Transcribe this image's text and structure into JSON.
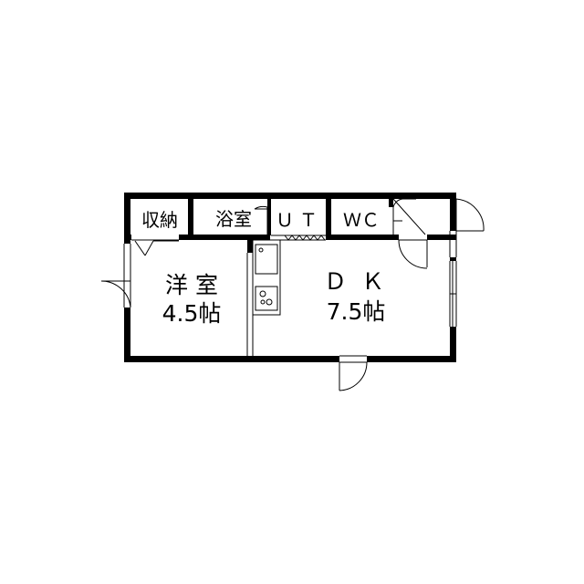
{
  "floor_plan": {
    "rooms": {
      "storage": {
        "label": "収納"
      },
      "bathroom": {
        "label": "浴室"
      },
      "utility": {
        "label": "ＵＴ"
      },
      "toilet": {
        "label": "ＷＣ"
      },
      "western_room": {
        "name": "洋 室",
        "size": "4.5帖"
      },
      "dining_kitchen": {
        "name": "Ｄ Ｋ",
        "size": "7.5帖"
      }
    }
  }
}
